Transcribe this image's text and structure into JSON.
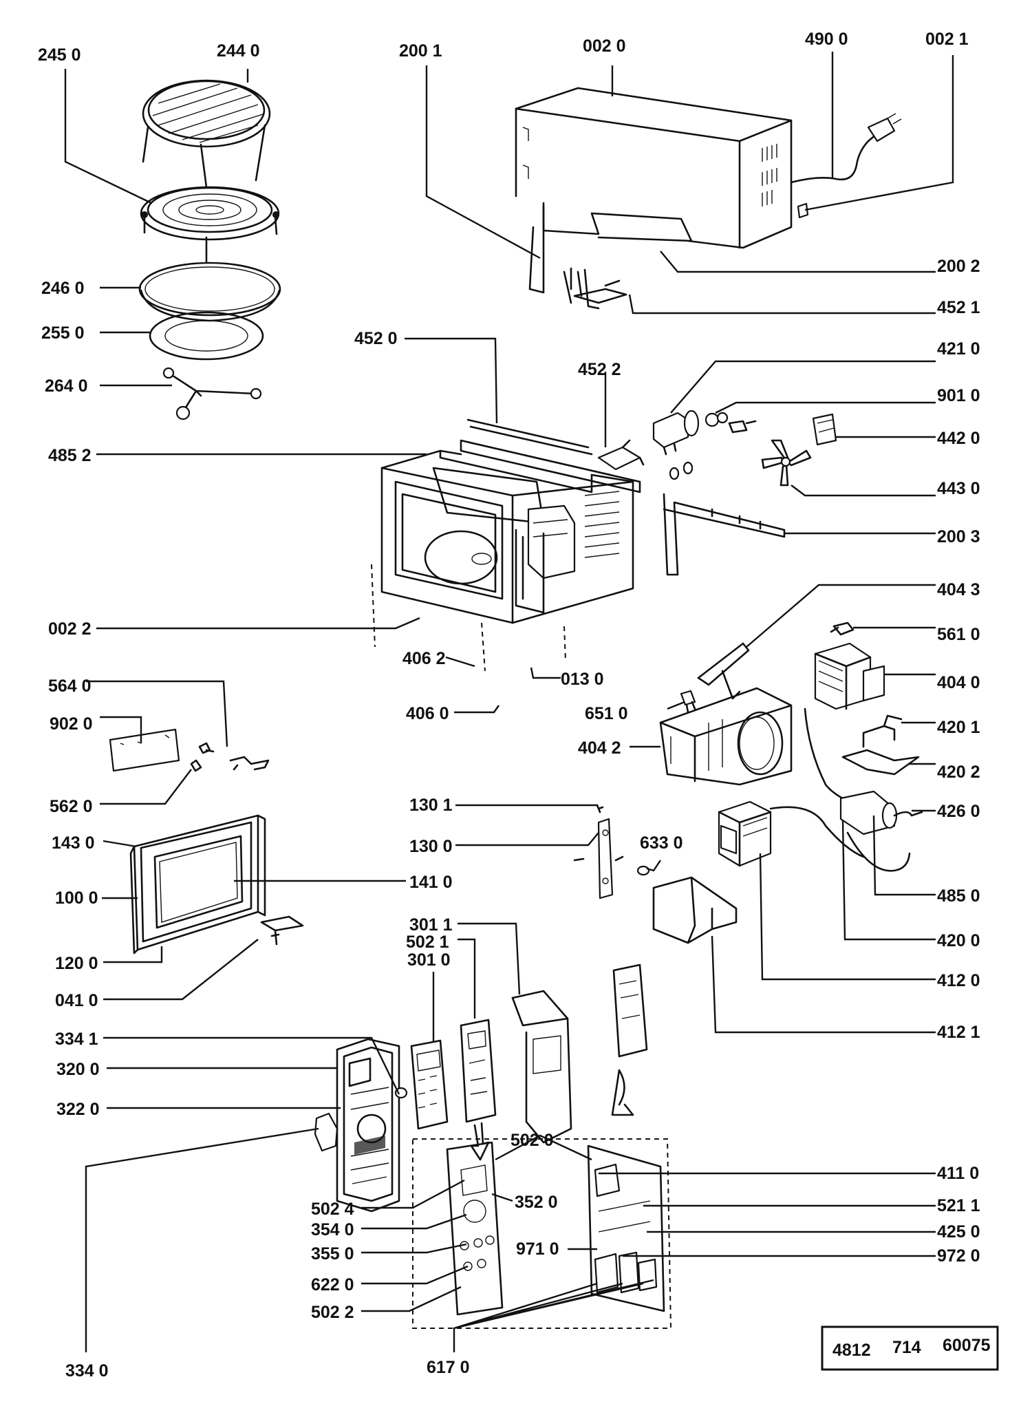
{
  "diagram": {
    "document_number": {
      "part1": "4812",
      "part2": "714",
      "part3": "60075"
    },
    "labels": [
      {
        "id": "l2450",
        "text": "245 0"
      },
      {
        "id": "l2440",
        "text": "244 0"
      },
      {
        "id": "l2001",
        "text": "200 1"
      },
      {
        "id": "l0020",
        "text": "002 0"
      },
      {
        "id": "l4900",
        "text": "490 0"
      },
      {
        "id": "l0021",
        "text": "002 1"
      },
      {
        "id": "l2460",
        "text": "246 0"
      },
      {
        "id": "l2550",
        "text": "255 0"
      },
      {
        "id": "l2640",
        "text": "264 0"
      },
      {
        "id": "l2002",
        "text": "200 2"
      },
      {
        "id": "l4521",
        "text": "452 1"
      },
      {
        "id": "l4520",
        "text": "452 0"
      },
      {
        "id": "l4522",
        "text": "452 2"
      },
      {
        "id": "l4210",
        "text": "421 0"
      },
      {
        "id": "l9010",
        "text": "901 0"
      },
      {
        "id": "l4420",
        "text": "442 0"
      },
      {
        "id": "l4852",
        "text": "485 2"
      },
      {
        "id": "l4430",
        "text": "443 0"
      },
      {
        "id": "l2003",
        "text": "200 3"
      },
      {
        "id": "l4043",
        "text": "404 3"
      },
      {
        "id": "l0022",
        "text": "002 2"
      },
      {
        "id": "l5610",
        "text": "561 0"
      },
      {
        "id": "l4062",
        "text": "406 2"
      },
      {
        "id": "l0130",
        "text": "013 0"
      },
      {
        "id": "l4040",
        "text": "404 0"
      },
      {
        "id": "l5640",
        "text": "564 0"
      },
      {
        "id": "l6510",
        "text": "651 0"
      },
      {
        "id": "l4060",
        "text": "406 0"
      },
      {
        "id": "l9020",
        "text": "902 0"
      },
      {
        "id": "l4042",
        "text": "404 2"
      },
      {
        "id": "l4201",
        "text": "420 1"
      },
      {
        "id": "l4202",
        "text": "420 2"
      },
      {
        "id": "l5620",
        "text": "562 0"
      },
      {
        "id": "l1301",
        "text": "130 1"
      },
      {
        "id": "l4260",
        "text": "426 0"
      },
      {
        "id": "l1430",
        "text": "143 0"
      },
      {
        "id": "l1300",
        "text": "130 0"
      },
      {
        "id": "l6330",
        "text": "633 0"
      },
      {
        "id": "l1410",
        "text": "141 0"
      },
      {
        "id": "l1000",
        "text": "100 0"
      },
      {
        "id": "l4850",
        "text": "485 0"
      },
      {
        "id": "l3011",
        "text": "301 1"
      },
      {
        "id": "l5021",
        "text": "502 1"
      },
      {
        "id": "l4200",
        "text": "420 0"
      },
      {
        "id": "l1200",
        "text": "120 0"
      },
      {
        "id": "l3010",
        "text": "301 0"
      },
      {
        "id": "l4120",
        "text": "412 0"
      },
      {
        "id": "l0410",
        "text": "041 0"
      },
      {
        "id": "l3341",
        "text": "334 1"
      },
      {
        "id": "l4121",
        "text": "412 1"
      },
      {
        "id": "l3200",
        "text": "320 0"
      },
      {
        "id": "l3220",
        "text": "322 0"
      },
      {
        "id": "l5020",
        "text": "502 0"
      },
      {
        "id": "l4110",
        "text": "411 0"
      },
      {
        "id": "l5024",
        "text": "502 4"
      },
      {
        "id": "l3520",
        "text": "352 0"
      },
      {
        "id": "l5211",
        "text": "521 1"
      },
      {
        "id": "l3540",
        "text": "354 0"
      },
      {
        "id": "l4250",
        "text": "425 0"
      },
      {
        "id": "l3550",
        "text": "355 0"
      },
      {
        "id": "l9710",
        "text": "971 0"
      },
      {
        "id": "l9720",
        "text": "972 0"
      },
      {
        "id": "l6220",
        "text": "622 0"
      },
      {
        "id": "l5022",
        "text": "502 2"
      },
      {
        "id": "l3340",
        "text": "334 0"
      },
      {
        "id": "l6170",
        "text": "617 0"
      }
    ]
  }
}
